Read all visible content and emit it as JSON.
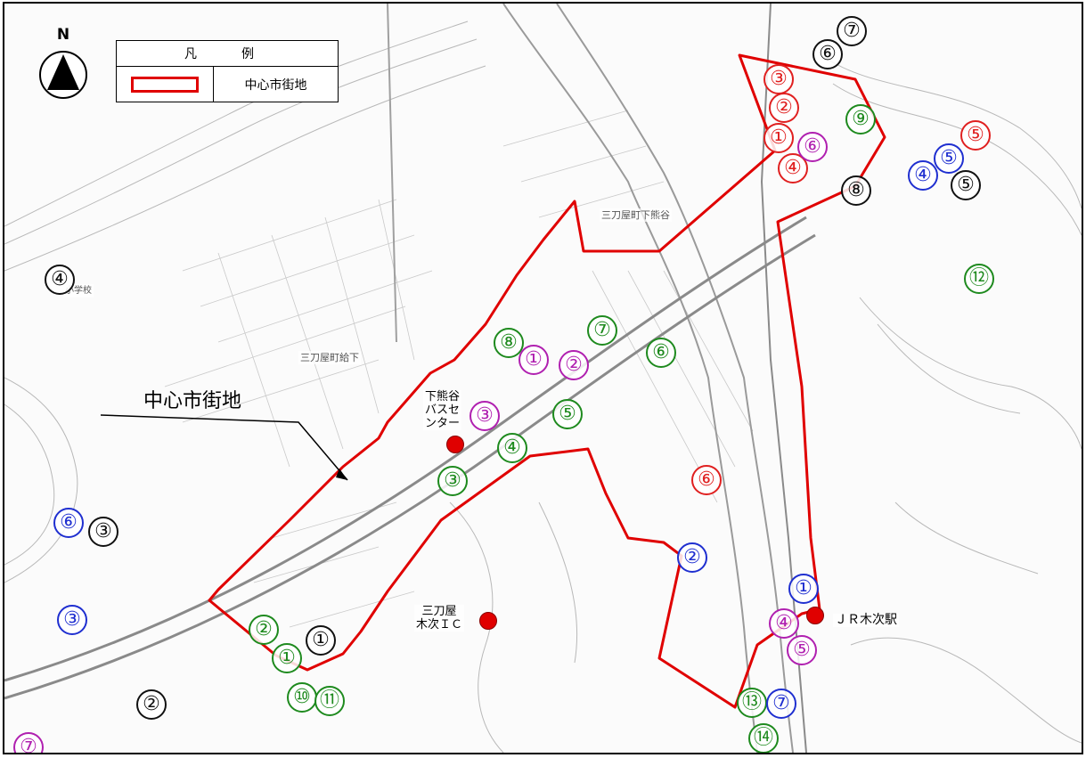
{
  "north_label": "N",
  "legend": {
    "title": "凡　例",
    "entry": "中心市街地",
    "color": "#e00000"
  },
  "callout_label": "中心市街地",
  "map_labels": [
    {
      "id": "bus-center",
      "text": "下熊谷\nバスセ\nンター"
    },
    {
      "id": "interchange",
      "text": "三刀屋\n木次ＩＣ"
    },
    {
      "id": "jr-station",
      "text": "ＪＲ木次駅"
    },
    {
      "id": "town-1",
      "text": "三刀屋町給下"
    },
    {
      "id": "town-2",
      "text": "三刀屋町下熊谷"
    },
    {
      "id": "school",
      "text": "小学校"
    }
  ],
  "colors": {
    "black": "#111111",
    "red": "#e02020",
    "green": "#1e8a1e",
    "blue": "#1f2fd0",
    "purple": "#b020b0"
  },
  "markers": [
    {
      "num": "①",
      "color": "black"
    },
    {
      "num": "②",
      "color": "black"
    },
    {
      "num": "③",
      "color": "black"
    },
    {
      "num": "④",
      "color": "black"
    },
    {
      "num": "⑤",
      "color": "black"
    },
    {
      "num": "⑥",
      "color": "black"
    },
    {
      "num": "⑦",
      "color": "black"
    },
    {
      "num": "⑧",
      "color": "black"
    },
    {
      "num": "①",
      "color": "red"
    },
    {
      "num": "②",
      "color": "red"
    },
    {
      "num": "③",
      "color": "red"
    },
    {
      "num": "④",
      "color": "red"
    },
    {
      "num": "⑤",
      "color": "red"
    },
    {
      "num": "⑥",
      "color": "red"
    },
    {
      "num": "①",
      "color": "green"
    },
    {
      "num": "②",
      "color": "green"
    },
    {
      "num": "③",
      "color": "green"
    },
    {
      "num": "④",
      "color": "green"
    },
    {
      "num": "⑤",
      "color": "green"
    },
    {
      "num": "⑥",
      "color": "green"
    },
    {
      "num": "⑦",
      "color": "green"
    },
    {
      "num": "⑧",
      "color": "green"
    },
    {
      "num": "⑨",
      "color": "green"
    },
    {
      "num": "⑩",
      "color": "green"
    },
    {
      "num": "⑪",
      "color": "green"
    },
    {
      "num": "⑫",
      "color": "green"
    },
    {
      "num": "⑬",
      "color": "green"
    },
    {
      "num": "⑭",
      "color": "green"
    },
    {
      "num": "①",
      "color": "blue"
    },
    {
      "num": "②",
      "color": "blue"
    },
    {
      "num": "③",
      "color": "blue"
    },
    {
      "num": "④",
      "color": "blue"
    },
    {
      "num": "⑤",
      "color": "blue"
    },
    {
      "num": "⑥",
      "color": "blue"
    },
    {
      "num": "⑦",
      "color": "blue"
    },
    {
      "num": "①",
      "color": "purple"
    },
    {
      "num": "②",
      "color": "purple"
    },
    {
      "num": "③",
      "color": "purple"
    },
    {
      "num": "④",
      "color": "purple"
    },
    {
      "num": "⑤",
      "color": "purple"
    },
    {
      "num": "⑥",
      "color": "purple"
    },
    {
      "num": "⑦",
      "color": "purple"
    }
  ]
}
